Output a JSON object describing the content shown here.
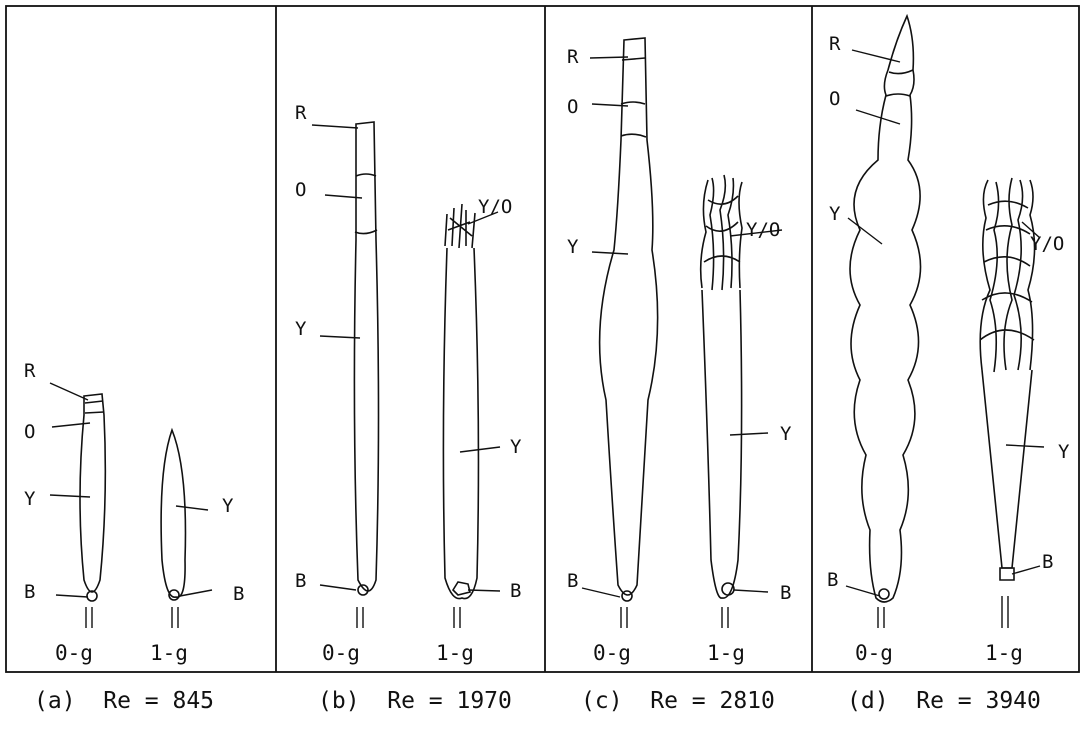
{
  "panels": [
    {
      "id": "a",
      "caption": "(a)  Re = 845",
      "zero_g": {
        "label": "0-g",
        "zones": [
          "R",
          "O",
          "Y",
          "B"
        ]
      },
      "one_g": {
        "label": "1-g",
        "zones": [
          "Y",
          "B"
        ]
      }
    },
    {
      "id": "b",
      "caption": "(b)  Re = 1970",
      "zero_g": {
        "label": "0-g",
        "zones": [
          "R",
          "O",
          "Y",
          "B"
        ]
      },
      "one_g": {
        "label": "1-g",
        "zones": [
          "Y/O",
          "Y",
          "B"
        ]
      }
    },
    {
      "id": "c",
      "caption": "(c)  Re = 2810",
      "zero_g": {
        "label": "0-g",
        "zones": [
          "R",
          "O",
          "Y",
          "B"
        ]
      },
      "one_g": {
        "label": "1-g",
        "zones": [
          "Y/O",
          "Y",
          "B"
        ]
      }
    },
    {
      "id": "d",
      "caption": "(d)  Re = 3940",
      "zero_g": {
        "label": "0-g",
        "zones": [
          "R",
          "O",
          "Y",
          "B"
        ]
      },
      "one_g": {
        "label": "1-g",
        "zones": [
          "Y/O",
          "Y",
          "B"
        ]
      }
    }
  ]
}
